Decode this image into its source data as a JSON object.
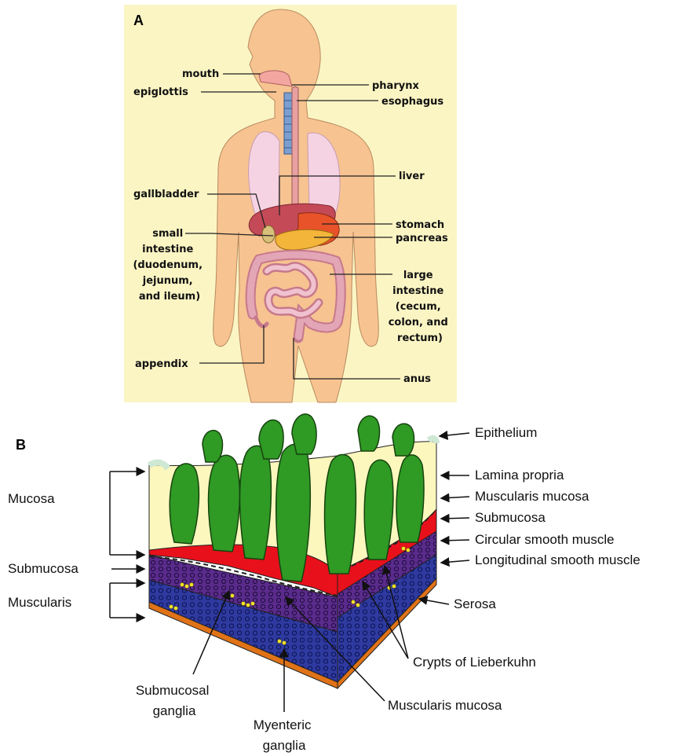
{
  "panel_a": {
    "letter": "A",
    "labels": {
      "mouth": "mouth",
      "epiglottis": "epiglottis",
      "pharynx": "pharynx",
      "esophagus": "esophagus",
      "liver": "liver",
      "gallbladder": "gallbladder",
      "stomach": "stomach",
      "pancreas": "pancreas",
      "small_intestine": [
        "small",
        "intestine",
        "(duodenum,",
        "jejunum,",
        "and ileum)"
      ],
      "large_intestine": [
        "large",
        "intestine",
        "(cecum,",
        "colon, and",
        "rectum)"
      ],
      "appendix": "appendix",
      "anus": "anus"
    },
    "colors": {
      "background": "#fbf5c4",
      "skin": "#f6c391",
      "lungs": "#f6d3e3",
      "liver": "#c44a58",
      "stomach": "#e8532a",
      "pancreas": "#f3b53a",
      "intestine": "#e3a6b6",
      "trachea": "#7a9fd0"
    }
  },
  "panel_b": {
    "letter": "B",
    "left_labels": {
      "mucosa": "Mucosa",
      "submucosa": "Submucosa",
      "muscularis": "Muscularis"
    },
    "right_labels": {
      "epithelium": "Epithelium",
      "lamina_propria": "Lamina propria",
      "muscularis_mucosa": "Muscularis mucosa",
      "submucosa": "Submucosa",
      "circular": "Circular smooth muscle",
      "longitudinal": "Longitudinal smooth muscle",
      "serosa": "Serosa"
    },
    "bottom_labels": {
      "crypts": "Crypts of Lieberkuhn",
      "muscularis_mucosa": "Muscularis mucosa",
      "submucosal_ganglia": [
        "Submucosal",
        "ganglia"
      ],
      "myenteric_ganglia": [
        "Myenteric",
        "ganglia"
      ]
    },
    "colors": {
      "villi": "#2f9a24",
      "epithelium": "#cfe8d4",
      "lamina": "#fbf7bd",
      "submucosa": "#e8101a",
      "circular": "#5a2b8c",
      "longitudinal": "#2f3aa0",
      "serosa": "#e07318",
      "ganglia": "#f2e22a"
    }
  }
}
